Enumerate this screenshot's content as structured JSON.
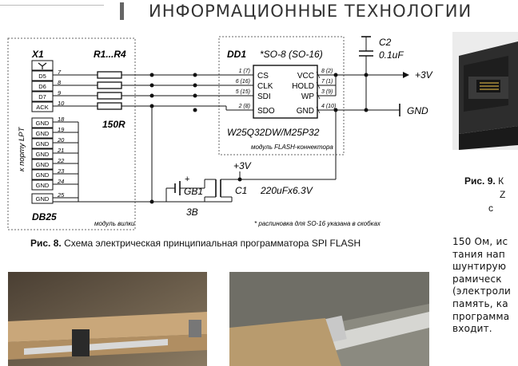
{
  "header": {
    "title": "ИНФОРМАЦИОННЫЕ ТЕХНОЛОГИИ"
  },
  "schematic": {
    "connector": {
      "ref": "X1",
      "type": "DB25",
      "side_label": "к порту LPT",
      "module_label": "модуль вилки",
      "pins": [
        {
          "name": "",
          "num": ""
        },
        {
          "name": "D5",
          "num": "7"
        },
        {
          "name": "D6",
          "num": "8"
        },
        {
          "name": "D7",
          "num": "9"
        },
        {
          "name": "ACK",
          "num": "10"
        },
        {
          "name": "GND",
          "num": "18"
        },
        {
          "name": "GND",
          "num": "19"
        },
        {
          "name": "GND",
          "num": "20"
        },
        {
          "name": "GND",
          "num": "21"
        },
        {
          "name": "GND",
          "num": "22"
        },
        {
          "name": "GND",
          "num": "23"
        },
        {
          "name": "GND",
          "num": "24"
        },
        {
          "name": "GND",
          "num": "25"
        }
      ]
    },
    "resistors": {
      "ref": "R1...R4",
      "value": "150R"
    },
    "chip": {
      "ref": "DD1",
      "package": "*SO-8 (SO-16)",
      "part": "W25Q32DW/M25P32",
      "module_label": "модуль FLASH-коннектора",
      "left_pins": [
        {
          "name": "CS",
          "num": "1 (7)"
        },
        {
          "name": "CLK",
          "num": "6 (16)"
        },
        {
          "name": "SDI",
          "num": "5 (15)"
        },
        {
          "name": "SDO",
          "num": "2 (8)"
        }
      ],
      "right_pins": [
        {
          "name": "VCC",
          "num": "8 (2)"
        },
        {
          "name": "HOLD",
          "num": "7 (1)"
        },
        {
          "name": "WP",
          "num": "3 (9)"
        },
        {
          "name": "GND",
          "num": "4 (10)"
        }
      ]
    },
    "cap_c2": {
      "ref": "C2",
      "value": "0.1uF"
    },
    "vcc_right": "+3V",
    "gnd_right": "GND",
    "battery": {
      "ref": "GB1",
      "plus": "+",
      "voltage": "3В"
    },
    "cap_c1": {
      "ref": "C1",
      "value": "220uFx6.3V"
    },
    "vcc_bottom": "+3V",
    "footnote": "* распиновка для SO-16 указана в скобках"
  },
  "fig8": {
    "label": "Рис. 8.",
    "text": "Схема электрическая принципиальная программатора SPI FLASH"
  },
  "fig9": {
    "label": "Рис. 9.",
    "line1": "К",
    "line2": "Z",
    "line3": "с"
  },
  "article": {
    "lines": [
      "150 Ом, ис",
      "тания нап",
      "шунтирую",
      "рамическ",
      "(электроли",
      "память, ка",
      "программа",
      "входит."
    ]
  }
}
